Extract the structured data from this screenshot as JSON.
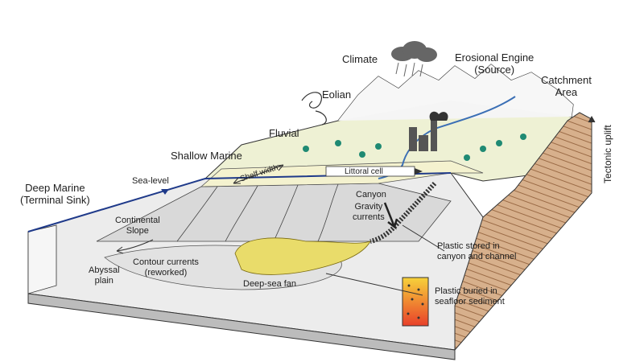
{
  "labels": {
    "climate": "Climate",
    "erosional_engine": [
      "Erosional Engine",
      "(Source)"
    ],
    "catchment_area": [
      "Catchment",
      "Area"
    ],
    "eolian": "Eolian",
    "fluvial": "Fluvial",
    "shallow_marine": "Shallow Marine",
    "deep_marine": [
      "Deep Marine",
      "(Terminal Sink)"
    ],
    "sea_level": "Sea-level",
    "shelf_width": "Shelf width",
    "littoral_cell": "Littoral cell",
    "canyon": "Canyon",
    "gravity_currents": [
      "Gravity",
      "currents"
    ],
    "continental_slope": [
      "Continental",
      "Slope"
    ],
    "abyssal_plain": [
      "Abyssal",
      "plain"
    ],
    "contour_currents": [
      "Contour currents",
      "(reworked)"
    ],
    "deep_sea_fan": "Deep-sea fan",
    "plastic_canyon": [
      "Plastic stored in",
      "canyon and channel"
    ],
    "plastic_buried": [
      "Plastic buried in",
      "seafloor sediment"
    ],
    "tectonic_uplift": "Tectonic uplift"
  },
  "colors": {
    "ocean_surface": "#ececec",
    "slope": "#d9d9d9",
    "fan": "#e9dc6a",
    "land": "#eef1d4",
    "rock_section": "#d7b08c",
    "sediment_gradient_top": "#f7d23a",
    "sediment_gradient_bottom": "#e8402a",
    "sea_level_line": "#1f3a8a",
    "tree": "#1f8a73"
  }
}
